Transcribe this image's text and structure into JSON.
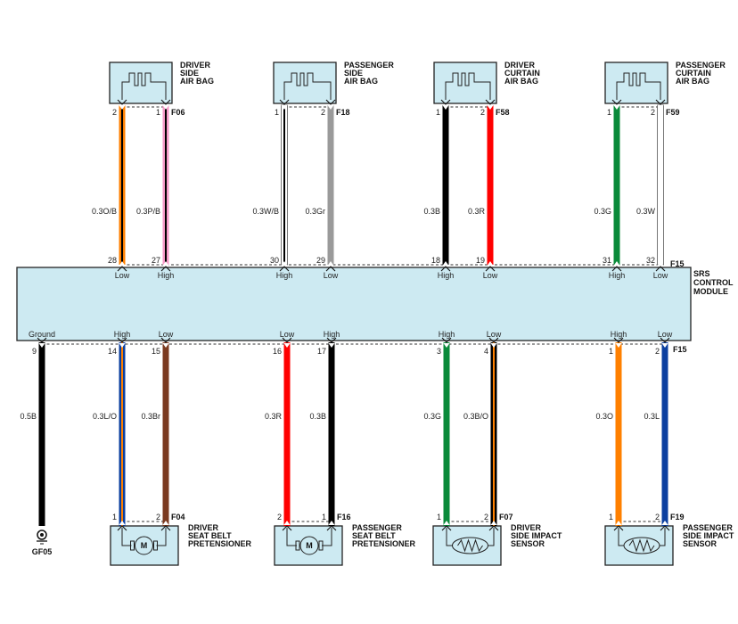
{
  "title": "SRS Wiring Diagram",
  "colors": {
    "box_fill": "#cdeaf2",
    "O": "#ff8000",
    "P": "#f79ac8",
    "W": "#ffffff",
    "Gr": "#9a9a9a",
    "B": "#000000",
    "R": "#ff0000",
    "G": "#0a8a3a",
    "L": "#0b3fa0",
    "Br": "#7b3a20"
  },
  "module": {
    "label_lines": [
      "SRS",
      "CONTROL",
      "MODULE"
    ],
    "top_connector": "F15",
    "bottom_connector": "F15"
  },
  "top_components": [
    {
      "name_lines": [
        "DRIVER",
        "SIDE",
        "AIR BAG"
      ],
      "connector": "F06",
      "wires": [
        {
          "pin": "2",
          "module_pin": "28",
          "signal": "Low",
          "spec": "0.3O/B",
          "base": "O",
          "stripe": "B"
        },
        {
          "pin": "1",
          "module_pin": "27",
          "signal": "High",
          "spec": "0.3P/B",
          "base": "P",
          "stripe": "B"
        }
      ]
    },
    {
      "name_lines": [
        "PASSENGER",
        "SIDE",
        "AIR BAG"
      ],
      "connector": "F18",
      "wires": [
        {
          "pin": "1",
          "module_pin": "30",
          "signal": "High",
          "spec": "0.3W/B",
          "base": "W",
          "stripe": "B"
        },
        {
          "pin": "2",
          "module_pin": "29",
          "signal": "Low",
          "spec": "0.3Gr",
          "base": "Gr",
          "stripe": null
        }
      ]
    },
    {
      "name_lines": [
        "DRIVER",
        "CURTAIN",
        "AIR BAG"
      ],
      "connector": "F58",
      "wires": [
        {
          "pin": "1",
          "module_pin": "18",
          "signal": "High",
          "spec": "0.3B",
          "base": "B",
          "stripe": null
        },
        {
          "pin": "2",
          "module_pin": "19",
          "signal": "Low",
          "spec": "0.3R",
          "base": "R",
          "stripe": null
        }
      ]
    },
    {
      "name_lines": [
        "PASSENGER",
        "CURTAIN",
        "AIR BAG"
      ],
      "connector": "F59",
      "wires": [
        {
          "pin": "1",
          "module_pin": "31",
          "signal": "High",
          "spec": "0.3G",
          "base": "G",
          "stripe": null
        },
        {
          "pin": "2",
          "module_pin": "32",
          "signal": "Low",
          "spec": "0.3W",
          "base": "W",
          "stripe": null
        }
      ]
    }
  ],
  "ground": {
    "module_pin": "9",
    "signal": "Ground",
    "spec": "0.5B",
    "base": "B",
    "label": "GF05"
  },
  "bottom_components": [
    {
      "name_lines": [
        "DRIVER",
        "SEAT BELT",
        "PRETENSIONER"
      ],
      "connector": "F04",
      "type": "motor",
      "symbol": "M",
      "wires": [
        {
          "pin": "1",
          "module_pin": "14",
          "signal": "High",
          "spec": "0.3L/O",
          "base": "L",
          "stripe": "O"
        },
        {
          "pin": "2",
          "module_pin": "15",
          "signal": "Low",
          "spec": "0.3Br",
          "base": "Br",
          "stripe": null
        }
      ]
    },
    {
      "name_lines": [
        "PASSENGER",
        "SEAT BELT",
        "PRETENSIONER"
      ],
      "connector": "F16",
      "type": "motor",
      "symbol": "M",
      "wires": [
        {
          "pin": "2",
          "module_pin": "16",
          "signal": "Low",
          "spec": "0.3R",
          "base": "R",
          "stripe": null
        },
        {
          "pin": "1",
          "module_pin": "17",
          "signal": "High",
          "spec": "0.3B",
          "base": "B",
          "stripe": null
        }
      ]
    },
    {
      "name_lines": [
        "DRIVER",
        "SIDE IMPACT",
        "SENSOR"
      ],
      "connector": "F07",
      "type": "sensor",
      "wires": [
        {
          "pin": "1",
          "module_pin": "3",
          "signal": "High",
          "spec": "0.3G",
          "base": "G",
          "stripe": null
        },
        {
          "pin": "2",
          "module_pin": "4",
          "signal": "Low",
          "spec": "0.3B/O",
          "base": "B",
          "stripe": "O"
        }
      ]
    },
    {
      "name_lines": [
        "PASSENGER",
        "SIDE IMPACT",
        "SENSOR"
      ],
      "connector": "F19",
      "type": "sensor",
      "wires": [
        {
          "pin": "1",
          "module_pin": "1",
          "signal": "High",
          "spec": "0.3O",
          "base": "O",
          "stripe": null
        },
        {
          "pin": "2",
          "module_pin": "2",
          "signal": "Low",
          "spec": "0.3L",
          "base": "L",
          "stripe": null
        }
      ]
    }
  ]
}
